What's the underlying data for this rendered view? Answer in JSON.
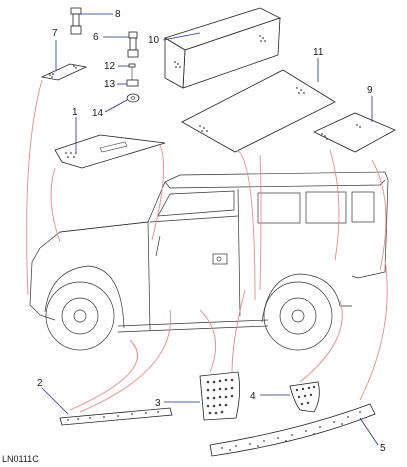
{
  "diagram_code": "LN0111C",
  "callouts": [
    {
      "id": "1",
      "label": "1"
    },
    {
      "id": "2",
      "label": "2"
    },
    {
      "id": "3",
      "label": "3"
    },
    {
      "id": "4",
      "label": "4"
    },
    {
      "id": "5",
      "label": "5"
    },
    {
      "id": "6",
      "label": "6"
    },
    {
      "id": "7",
      "label": "7"
    },
    {
      "id": "8",
      "label": "8"
    },
    {
      "id": "9",
      "label": "9"
    },
    {
      "id": "10",
      "label": "10"
    },
    {
      "id": "11",
      "label": "11"
    },
    {
      "id": "12",
      "label": "12"
    },
    {
      "id": "13",
      "label": "13"
    },
    {
      "id": "14",
      "label": "14"
    }
  ],
  "colors": {
    "leader_line": "#1f2f8f",
    "callout_curve": "#e58b8b",
    "outline": "#222222"
  }
}
